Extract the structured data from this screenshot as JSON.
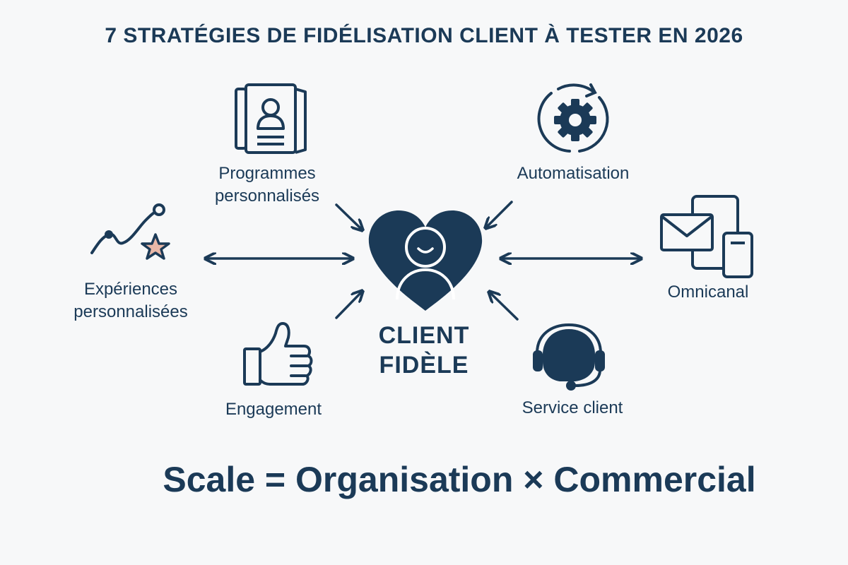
{
  "title": "7 STRATÉGIES DE FIDÉLISATION CLIENT À TESTER EN 2026",
  "center": {
    "line1": "CLIENT",
    "line2": "FIDÈLE"
  },
  "nodes": {
    "programmes": {
      "line1": "Programmes",
      "line2": "personnalisés",
      "icon": "profile-document-icon"
    },
    "automatisation": {
      "line1": "Automatisation",
      "icon": "gear-cycle-icon"
    },
    "experiences": {
      "line1": "Expériences",
      "line2": "personnalisées",
      "icon": "trend-star-icon"
    },
    "omnicanal": {
      "line1": "Omnicanal",
      "icon": "devices-mail-icon"
    },
    "engagement": {
      "line1": "Engagement",
      "icon": "thumbs-up-icon"
    },
    "service": {
      "line1": "Service client",
      "icon": "headset-icon"
    }
  },
  "formula": "Scale = Organisation × Commercial",
  "colors": {
    "navy": "#1b3a57",
    "star": "#e9b8a8",
    "background": "#f7f8f9"
  }
}
